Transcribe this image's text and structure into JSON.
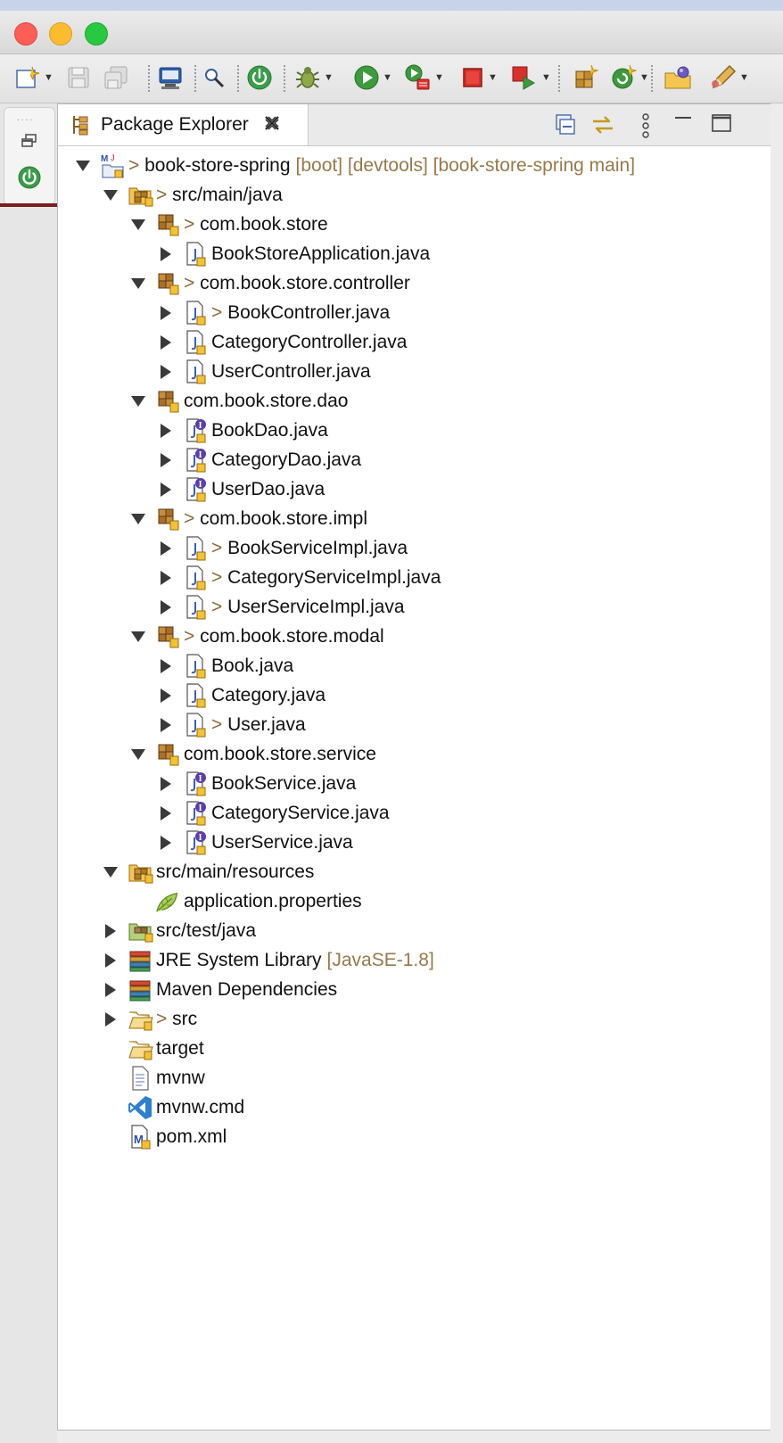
{
  "view": {
    "title": "Package Explorer"
  },
  "toolbar": {
    "buttons": [
      {
        "icon": "new-wizard-icon",
        "dropdown": true
      },
      {
        "icon": "save-icon",
        "dropdown": false
      },
      {
        "icon": "save-all-icon",
        "dropdown": false
      },
      {
        "icon": "terminal-icon",
        "dropdown": false
      },
      {
        "icon": "search-icon",
        "dropdown": false
      },
      {
        "icon": "spring-boot-icon",
        "dropdown": false
      },
      {
        "icon": "debug-icon",
        "dropdown": true
      },
      {
        "icon": "run-icon",
        "dropdown": true
      },
      {
        "icon": "run-server-icon",
        "dropdown": true
      },
      {
        "icon": "stop-icon",
        "dropdown": true
      },
      {
        "icon": "relaunch-icon",
        "dropdown": true
      },
      {
        "icon": "new-package-icon",
        "dropdown": false
      },
      {
        "icon": "refresh-icon",
        "dropdown": true
      },
      {
        "icon": "open-type-icon",
        "dropdown": false
      },
      {
        "icon": "edit-icon",
        "dropdown": true
      }
    ]
  },
  "tree": [
    {
      "depth": 0,
      "expanded": true,
      "icon": "maven-project-icon",
      "dirty": true,
      "label": "book-store-spring",
      "decoration": "[boot] [devtools] [book-store-spring main]"
    },
    {
      "depth": 1,
      "expanded": true,
      "icon": "source-folder-icon",
      "dirty": true,
      "label": "src/main/java"
    },
    {
      "depth": 2,
      "expanded": true,
      "icon": "package-icon",
      "dirty": true,
      "label": "com.book.store"
    },
    {
      "depth": 3,
      "expanded": false,
      "icon": "java-file-icon",
      "dirty": false,
      "label": "BookStoreApplication.java"
    },
    {
      "depth": 2,
      "expanded": true,
      "icon": "package-icon",
      "dirty": true,
      "label": "com.book.store.controller"
    },
    {
      "depth": 3,
      "expanded": false,
      "icon": "java-file-icon",
      "dirty": true,
      "label": "BookController.java"
    },
    {
      "depth": 3,
      "expanded": false,
      "icon": "java-file-icon",
      "dirty": false,
      "label": "CategoryController.java"
    },
    {
      "depth": 3,
      "expanded": false,
      "icon": "java-file-icon",
      "dirty": false,
      "label": "UserController.java"
    },
    {
      "depth": 2,
      "expanded": true,
      "icon": "package-icon",
      "dirty": false,
      "label": "com.book.store.dao"
    },
    {
      "depth": 3,
      "expanded": false,
      "icon": "java-interface-icon",
      "dirty": false,
      "label": "BookDao.java"
    },
    {
      "depth": 3,
      "expanded": false,
      "icon": "java-interface-icon",
      "dirty": false,
      "label": "CategoryDao.java"
    },
    {
      "depth": 3,
      "expanded": false,
      "icon": "java-interface-icon",
      "dirty": false,
      "label": "UserDao.java"
    },
    {
      "depth": 2,
      "expanded": true,
      "icon": "package-icon",
      "dirty": true,
      "label": "com.book.store.impl"
    },
    {
      "depth": 3,
      "expanded": false,
      "icon": "java-file-icon",
      "dirty": true,
      "label": "BookServiceImpl.java"
    },
    {
      "depth": 3,
      "expanded": false,
      "icon": "java-file-icon",
      "dirty": true,
      "label": "CategoryServiceImpl.java"
    },
    {
      "depth": 3,
      "expanded": false,
      "icon": "java-file-icon",
      "dirty": true,
      "label": "UserServiceImpl.java"
    },
    {
      "depth": 2,
      "expanded": true,
      "icon": "package-icon",
      "dirty": true,
      "label": "com.book.store.modal"
    },
    {
      "depth": 3,
      "expanded": false,
      "icon": "java-file-icon",
      "dirty": false,
      "label": "Book.java"
    },
    {
      "depth": 3,
      "expanded": false,
      "icon": "java-file-icon",
      "dirty": false,
      "label": "Category.java"
    },
    {
      "depth": 3,
      "expanded": false,
      "icon": "java-file-icon",
      "dirty": true,
      "label": "User.java"
    },
    {
      "depth": 2,
      "expanded": true,
      "icon": "package-icon",
      "dirty": false,
      "label": "com.book.store.service"
    },
    {
      "depth": 3,
      "expanded": false,
      "icon": "java-interface-icon",
      "dirty": false,
      "label": "BookService.java"
    },
    {
      "depth": 3,
      "expanded": false,
      "icon": "java-interface-icon",
      "dirty": false,
      "label": "CategoryService.java"
    },
    {
      "depth": 3,
      "expanded": false,
      "icon": "java-interface-icon",
      "dirty": false,
      "label": "UserService.java"
    },
    {
      "depth": 1,
      "expanded": true,
      "icon": "source-folder-icon",
      "dirty": false,
      "label": "src/main/resources"
    },
    {
      "depth": 2,
      "expanded": null,
      "icon": "properties-file-icon",
      "dirty": false,
      "label": "application.properties"
    },
    {
      "depth": 1,
      "expanded": false,
      "icon": "test-source-folder-icon",
      "dirty": false,
      "label": "src/test/java"
    },
    {
      "depth": 1,
      "expanded": false,
      "icon": "library-icon",
      "dirty": false,
      "label": "JRE System Library",
      "decoration": "[JavaSE-1.8]"
    },
    {
      "depth": 1,
      "expanded": false,
      "icon": "library-icon",
      "dirty": false,
      "label": "Maven Dependencies"
    },
    {
      "depth": 1,
      "expanded": false,
      "icon": "open-folder-icon",
      "dirty": true,
      "label": "src"
    },
    {
      "depth": 1,
      "expanded": null,
      "icon": "open-folder-icon",
      "dirty": false,
      "label": "target"
    },
    {
      "depth": 1,
      "expanded": null,
      "icon": "text-file-icon",
      "dirty": false,
      "label": "mvnw"
    },
    {
      "depth": 1,
      "expanded": null,
      "icon": "cmd-file-icon",
      "dirty": false,
      "label": "mvnw.cmd"
    },
    {
      "depth": 1,
      "expanded": null,
      "icon": "maven-pom-icon",
      "dirty": false,
      "label": "pom.xml"
    }
  ]
}
